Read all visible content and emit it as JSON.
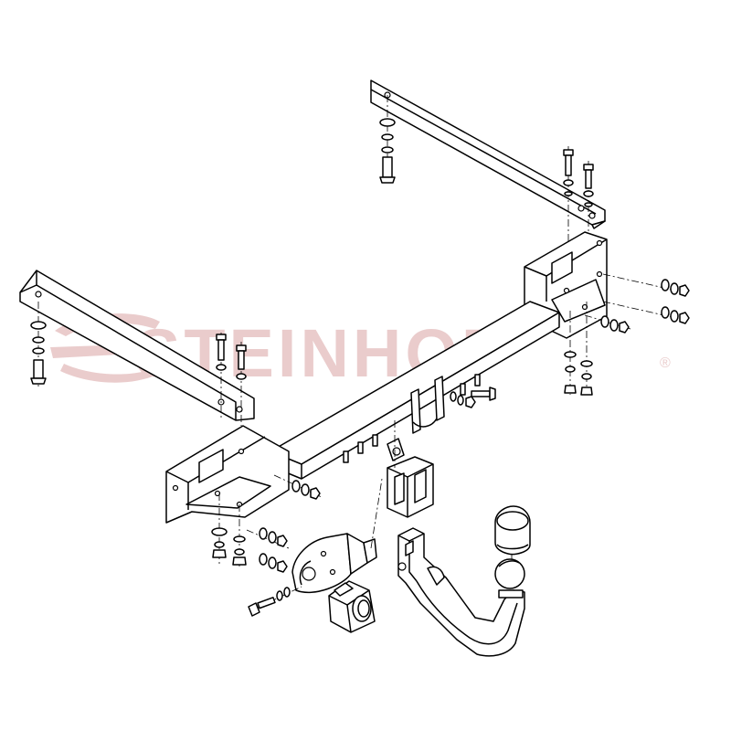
{
  "watermark": {
    "logo_text": "STEINHOF",
    "registered_mark": "®",
    "color": "#d9a3a3"
  },
  "drawing": {
    "line_color": "#000000",
    "background": "#ffffff",
    "parts": [
      "crossbar",
      "left-side-bracket",
      "right-side-bracket",
      "left-mounting-plate",
      "right-mounting-plate",
      "socket-housing",
      "electrical-socket-bracket",
      "electrical-socket",
      "tow-ball-neck",
      "tow-ball-cap",
      "bolts",
      "nuts",
      "washers"
    ]
  }
}
